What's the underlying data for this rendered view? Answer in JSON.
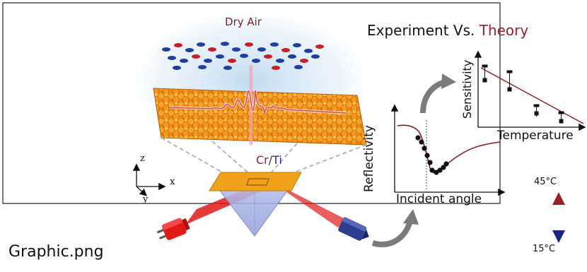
{
  "labels": {
    "dry_air": "Dry Air",
    "title_prefix": "Experiment Vs. ",
    "title_theory": "Theory",
    "material_cr": "Cr",
    "material_sep": "/",
    "material_ti": "Ti",
    "axis_z": "z",
    "axis_x": "x",
    "axis_y": "y",
    "reflectivity": "Reflectivity",
    "incident_angle": "Incident angle",
    "sensitivity": "Sensitivity",
    "temperature": "Temperature",
    "temp_high": "45°C",
    "temp_low": "15°C",
    "caption": "Graphic.png"
  },
  "colors": {
    "theory": "#9a1f2a",
    "ti": "#1f2f9a",
    "gold": "#f0a21a",
    "laser": "#e01818",
    "hot": "#9a1f2a",
    "cold": "#1a237e",
    "arrow": "#777777"
  },
  "icons": {
    "laser": "laser-source-icon",
    "detector": "detector-icon",
    "flow_arrow": "curved-arrow-icon",
    "temperature_arrow": "double-arrow-icon"
  }
}
